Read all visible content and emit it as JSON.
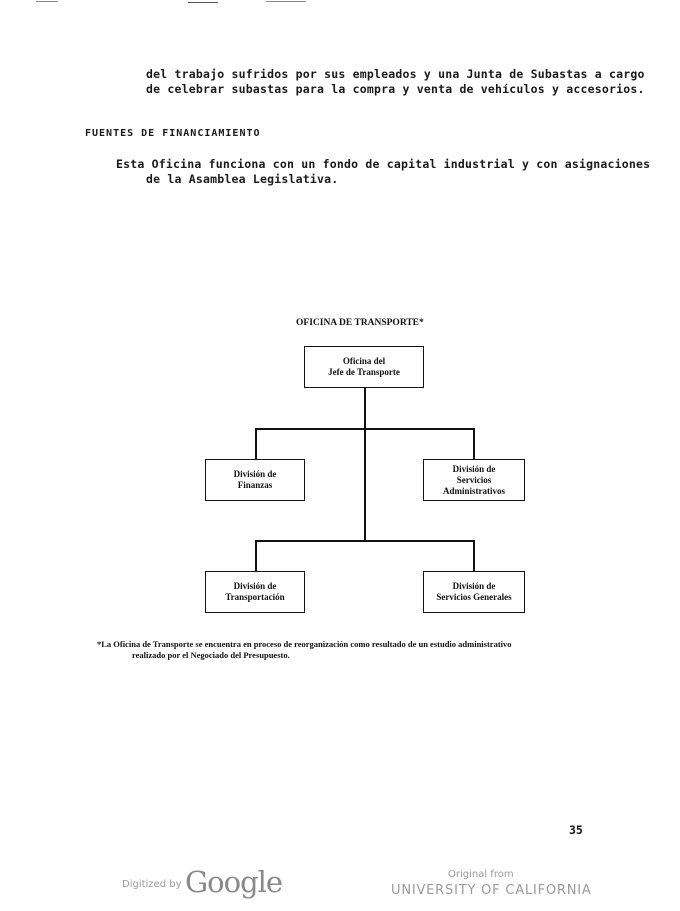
{
  "paragraph1": {
    "line1": "del trabajo sufridos por sus empleados y una Junta de Subastas a cargo",
    "line2": "de celebrar subastas para la compra y venta de vehículos y accesorios."
  },
  "section_heading": "FUENTES DE FINANCIAMIENTO",
  "paragraph2": {
    "line1": "Esta Oficina funciona con un fondo de capital industrial y con asignaciones",
    "line2": "de la Asamblea Legislativa."
  },
  "org_chart": {
    "title": "OFICINA DE TRANSPORTE*",
    "boxes": {
      "chief": "Oficina del\nJefe de Transporte",
      "finance": "División de\nFinanzas",
      "admin": "División de\nServicios\nAdministrativos",
      "transport": "División de\nTransportación",
      "general": "División de\nServicios Generales"
    }
  },
  "footnote": {
    "line1": "*La Oficina de Transporte se encuentra en proceso de reorganización como resultado de un estudio administrativo",
    "line2": "realizado por el Negociado del Presupuesto."
  },
  "page_number": "35",
  "watermark": {
    "digitized_by": "Digitized by",
    "google": "Google",
    "original_from": "Original from",
    "university": "UNIVERSITY OF CALIFORNIA"
  }
}
